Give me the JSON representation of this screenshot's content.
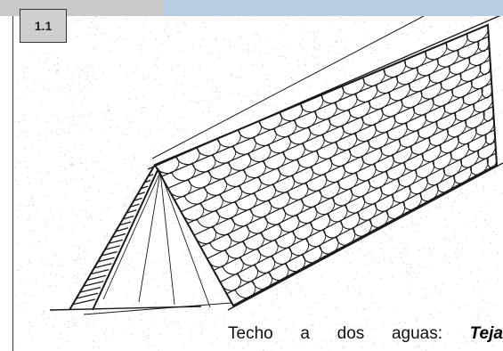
{
  "figure": {
    "label": "1.1",
    "caption_words": [
      "Techo",
      "a",
      "dos",
      "aguas:"
    ],
    "caption_emphasis": "Teja"
  },
  "colors": {
    "top_bar_gray": "#c9c9c9",
    "top_bar_blue": "#b8cce4",
    "label_background": "#cfcfcf",
    "ink": "#1a1a1a",
    "speckle": "#bdbdbd"
  }
}
